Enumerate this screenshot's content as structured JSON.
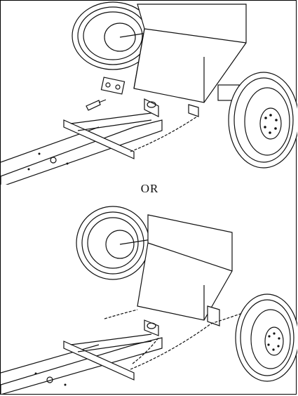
{
  "separator_text": "OR",
  "colors": {
    "line": "#111111",
    "background": "#ffffff"
  },
  "panels": [
    {
      "variant": "bolted-bracket-with-single-chain"
    },
    {
      "variant": "double-chain-wrap"
    }
  ]
}
